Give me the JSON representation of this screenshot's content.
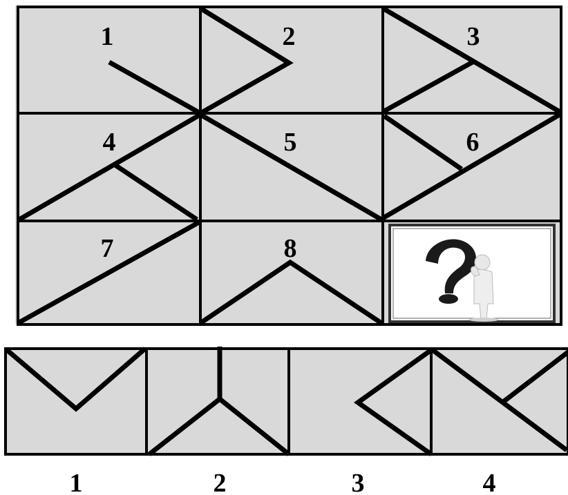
{
  "puzzle": {
    "cells": [
      {
        "label": "1"
      },
      {
        "label": "2"
      },
      {
        "label": "3"
      },
      {
        "label": "4"
      },
      {
        "label": "5"
      },
      {
        "label": "6"
      },
      {
        "label": "7"
      },
      {
        "label": "8"
      }
    ],
    "missing_cell_icon": "question-mark-figure-icon"
  },
  "options": [
    {
      "label": "1"
    },
    {
      "label": "2"
    },
    {
      "label": "3"
    },
    {
      "label": "4"
    }
  ],
  "colors": {
    "panel_fill": "#d9d9d9",
    "line": "#000000",
    "page": "#ffffff"
  }
}
